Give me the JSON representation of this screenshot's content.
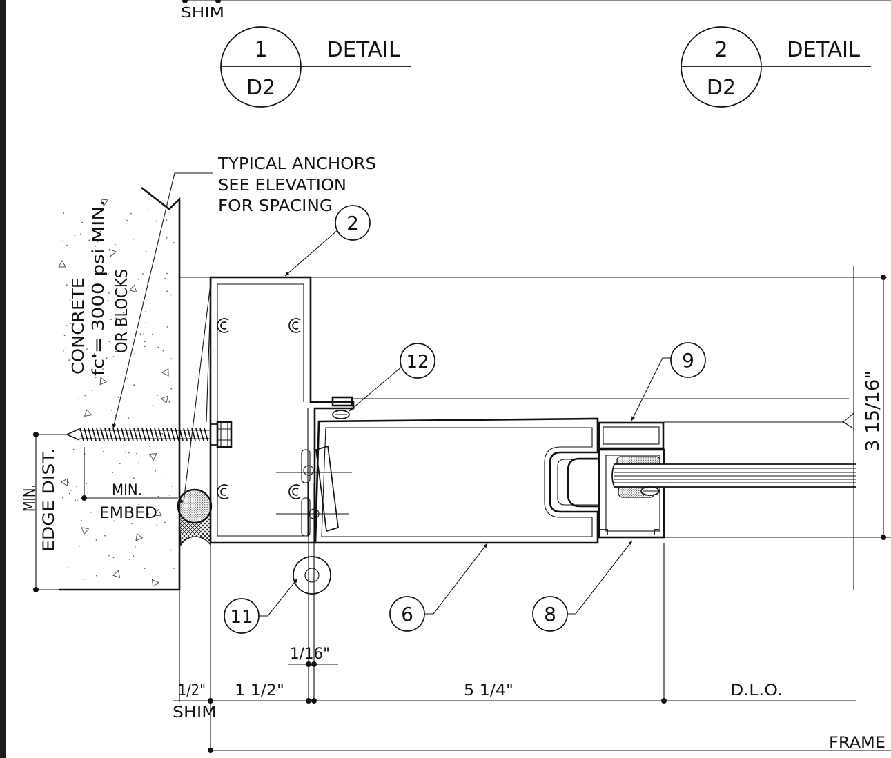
{
  "drawing": {
    "top_shim_label": "SHIM",
    "detail_tags": [
      {
        "number": "1",
        "sheet": "D2",
        "label": "DETAIL"
      },
      {
        "number": "2",
        "sheet": "D2",
        "label": "DETAIL"
      }
    ],
    "anchor_note": [
      "TYPICAL ANCHORS",
      "SEE ELEVATION",
      "FOR SPACING"
    ],
    "concrete_note": [
      "CONCRETE",
      "fc'= 3000 psi MIN.",
      "OR BLOCKS"
    ],
    "callouts": [
      "2",
      "12",
      "9",
      "11",
      "6",
      "8"
    ],
    "dimensions": {
      "vertical": "3 15/16\"",
      "gap": "1/16\"",
      "shim_width": "1/2\"",
      "segment_1": "1 1/2\"",
      "segment_2": "5 1/4\"",
      "segment_3": "D.L.O.",
      "shim_label": "SHIM",
      "overall": "FRAME",
      "edge_distance": [
        "MIN.",
        "EDGE DIST."
      ],
      "embedment": [
        "MIN.",
        "EMBED"
      ]
    }
  }
}
